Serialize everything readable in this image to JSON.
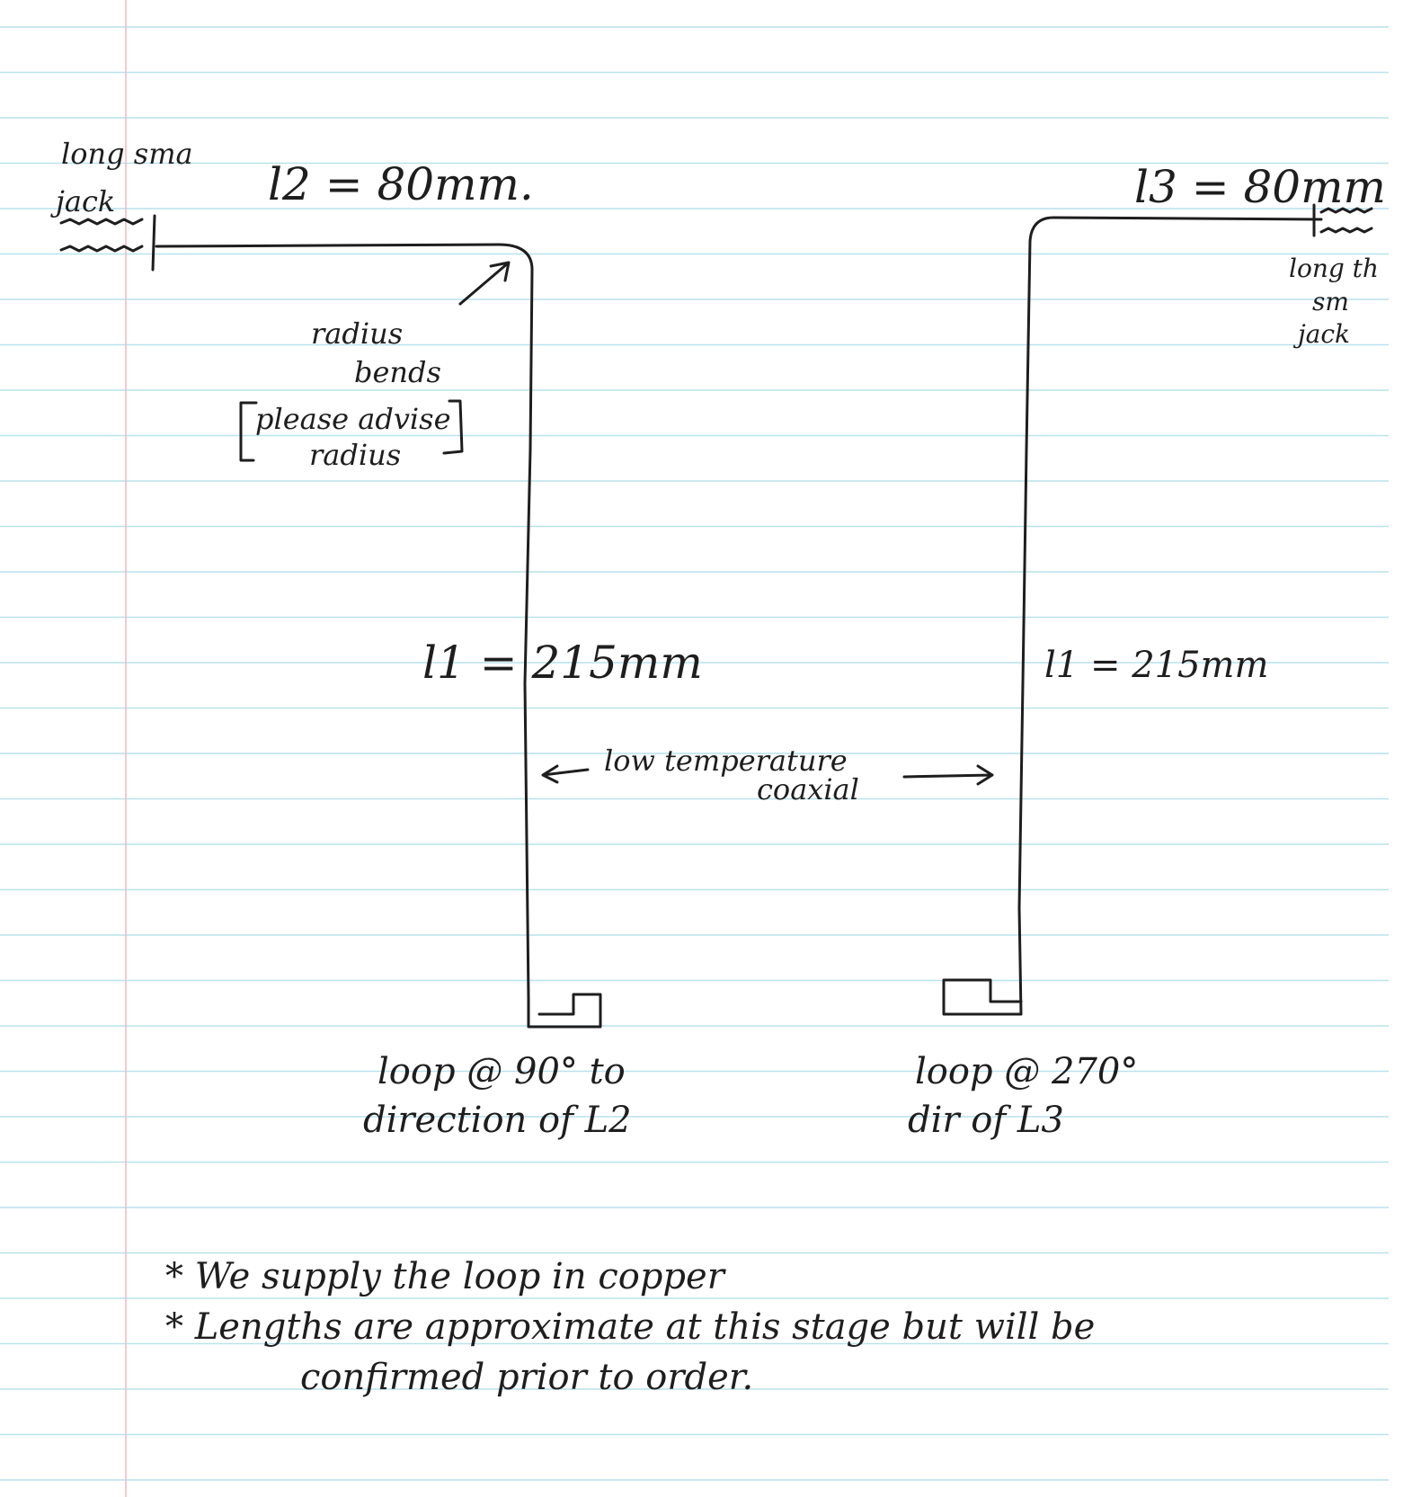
{
  "colors": {
    "ink": "#1e1e1e",
    "rule": "#b9e2ec",
    "margin": "#f2b8c4",
    "paper": "#ffffff"
  },
  "left_assembly": {
    "connector_label_line1": "long sma",
    "connector_label_line2": "jack",
    "length_label": "l2 = 80mm.",
    "bend_note_line1": "radius",
    "bend_note_line2": "bends",
    "bend_note_line3": "please advise",
    "bend_note_line4": "radius",
    "vertical_length_label": "l1 = 215mm",
    "loop_label_line1": "loop @ 90° to",
    "loop_label_line2": "direction of L2"
  },
  "right_assembly": {
    "length_label": "l3 = 80mm",
    "connector_label_line1": "long th",
    "connector_label_line2": "sm",
    "connector_label_line3": "jack",
    "vertical_length_label": "l1 = 215mm",
    "loop_label_line1": "loop @ 270°",
    "loop_label_line2": "dir of L3"
  },
  "cable_label_line1": "low temperature",
  "cable_label_line2": "coaxial",
  "notes": [
    "* We supply the loop in copper",
    "* Lengths are approximate at this stage but will be",
    "confirmed prior to order."
  ]
}
